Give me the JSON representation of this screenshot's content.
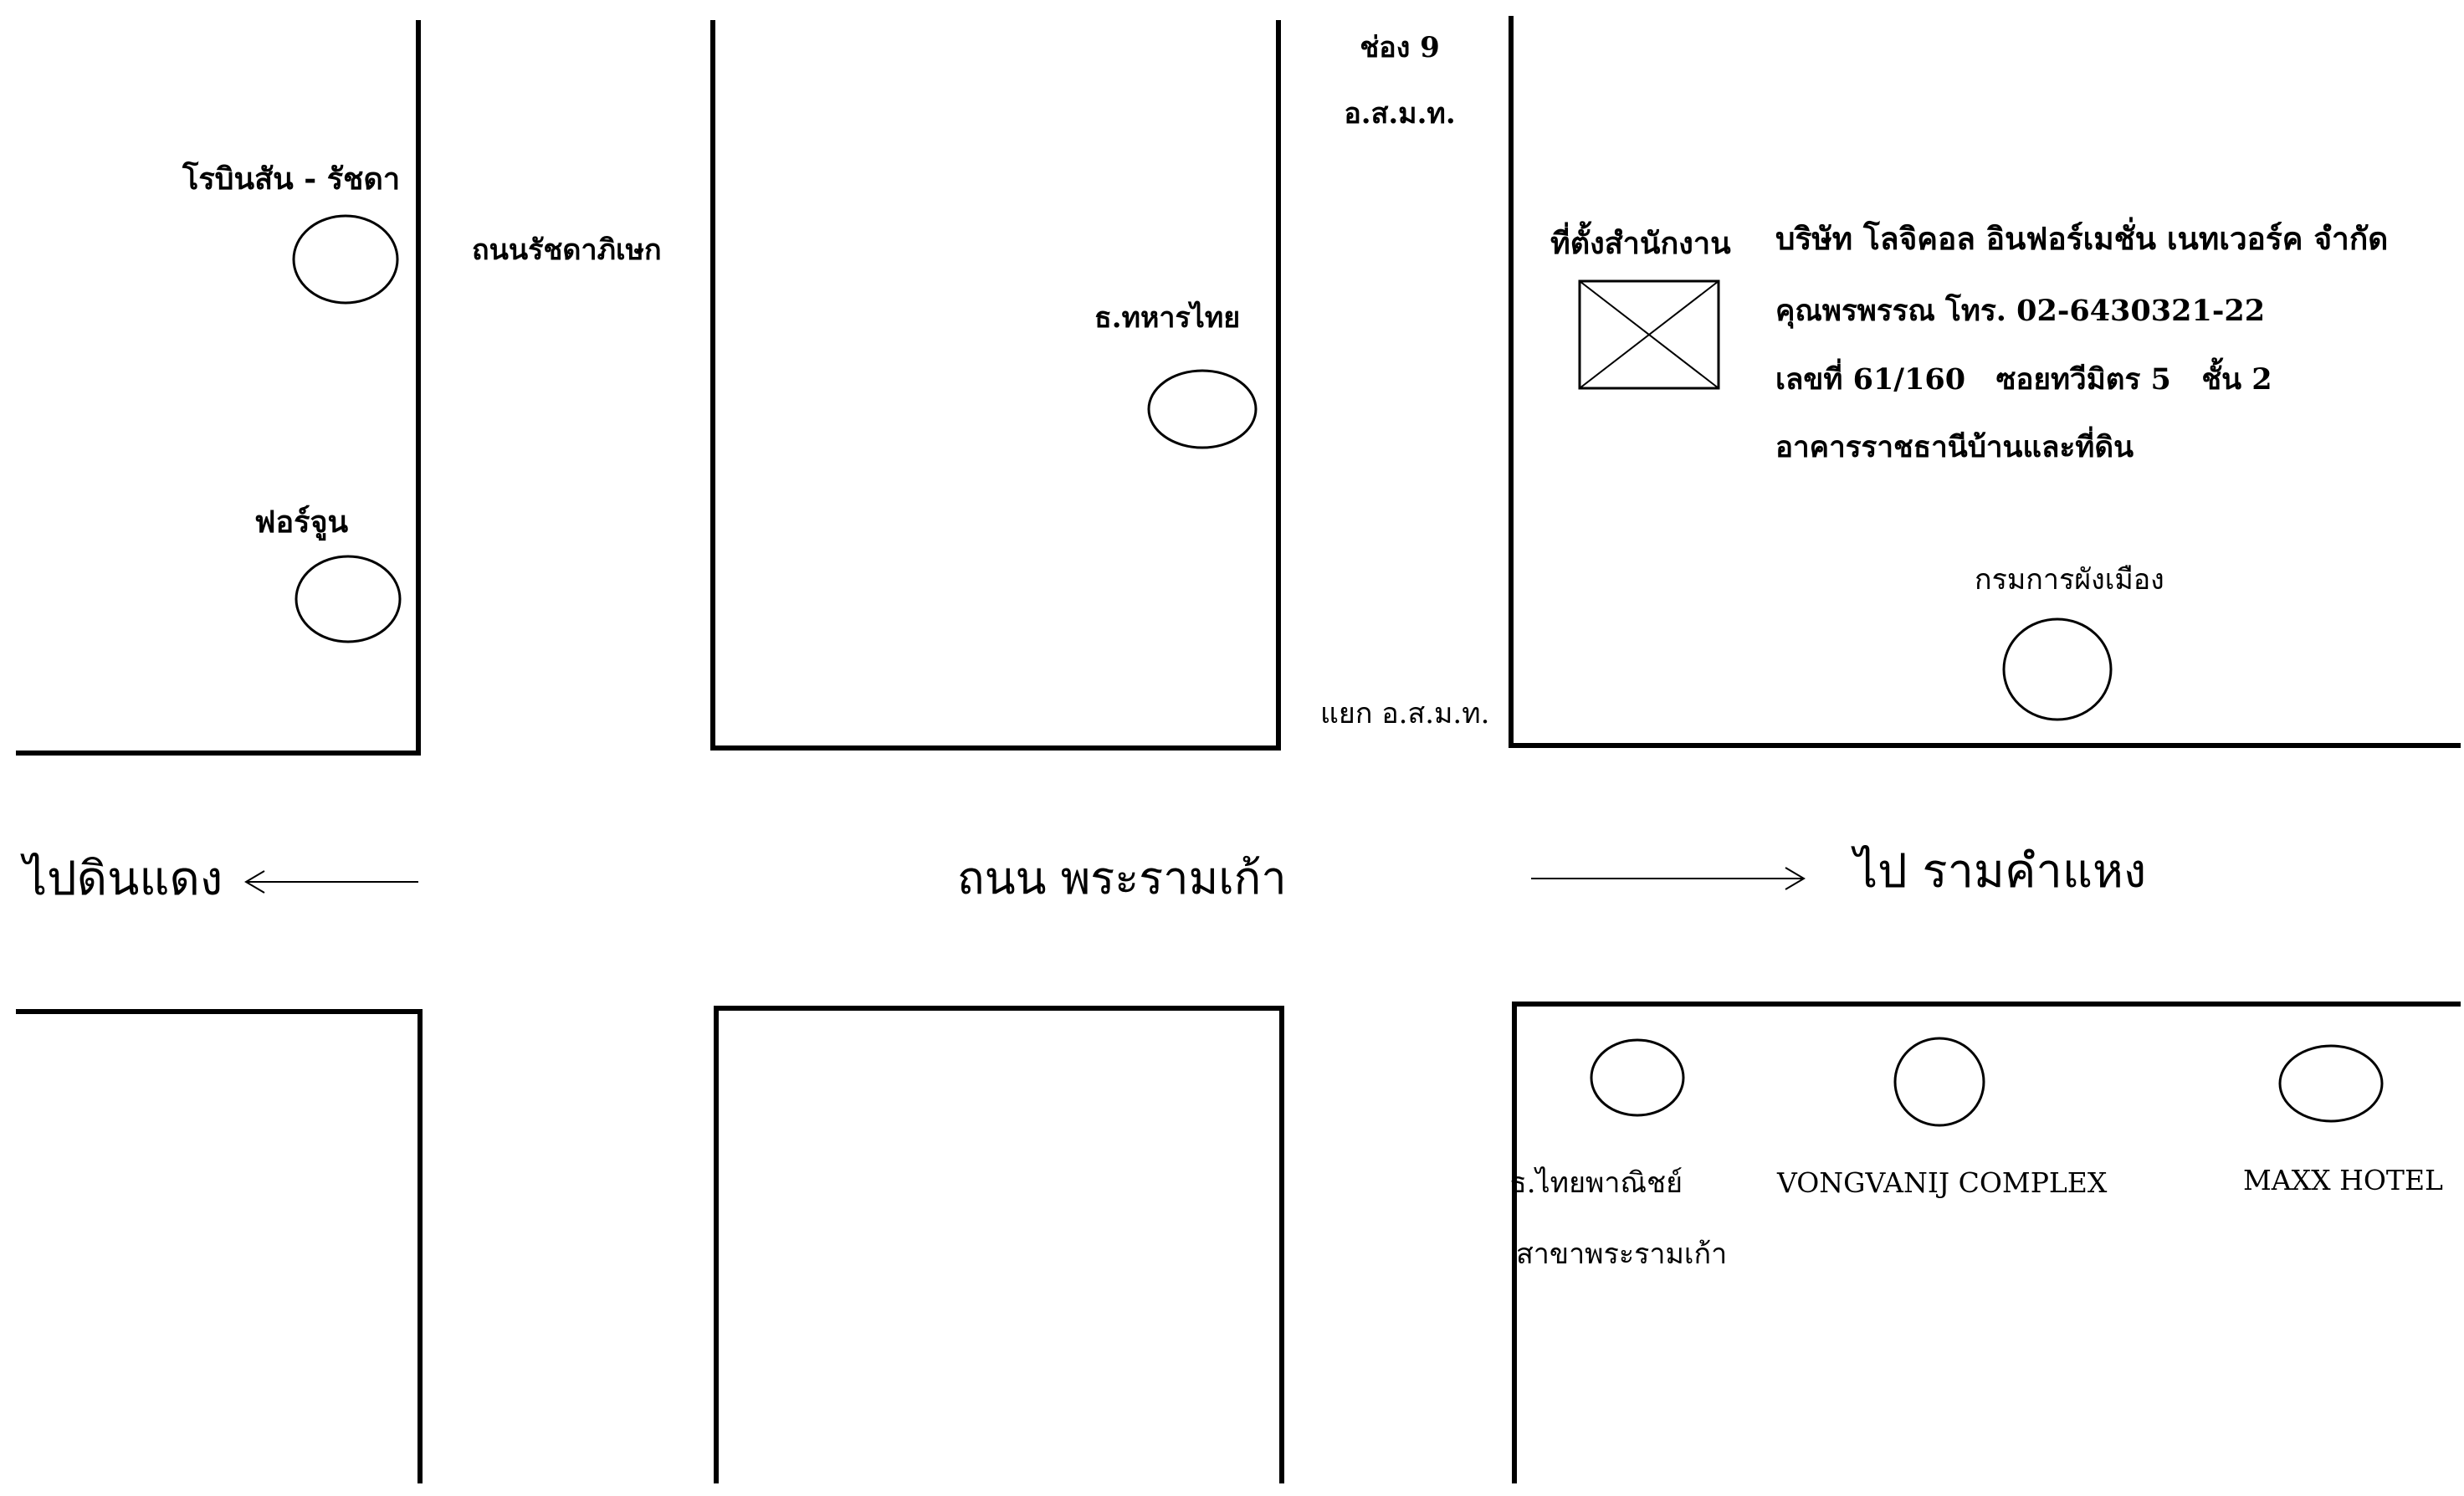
{
  "soi_label": "ช่อง 9",
  "osmt_label": "อ.ส.ม.ท.",
  "robinson_label": "โรบินสัน - รัชดา",
  "ratchada_road_label": "ถนนรัชดาภิเษก",
  "fortune_label": "ฟอร์จูน",
  "military_bank_label": "ธ.ทหารไทย",
  "office_location_label": "ที่ตั้งสำนักงาน",
  "company_name": "บริษัท โลจิคอล อินฟอร์เมชั่น เนทเวอร์ค จำกัด",
  "contact_line": "คุณพรพรรณ โทร. 02-6430321-22",
  "address_line": "เลขที่ 61/160   ซอยทวีมิตร 5   ชั้น 2",
  "building_line": "อาคารราชธานีบ้านและที่ดิน",
  "town_planning_label": "กรมการผังเมือง",
  "osmt_junction_label": "แยก อ.ส.ม.ท.",
  "to_din_daeng_label": "ไปดินแดง",
  "rama9_road_label": "ถนน พระรามเก้า",
  "to_ramkhamhaeng_label": "ไป รามคำแหง",
  "scb_label_line1": "ธ.ไทยพาณิชย์",
  "scb_label_line2": "สาขาพระรามเก้า",
  "vongvanij_label": "VONGVANIJ COMPLEX",
  "maxx_hotel_label": "MAXX HOTEL"
}
